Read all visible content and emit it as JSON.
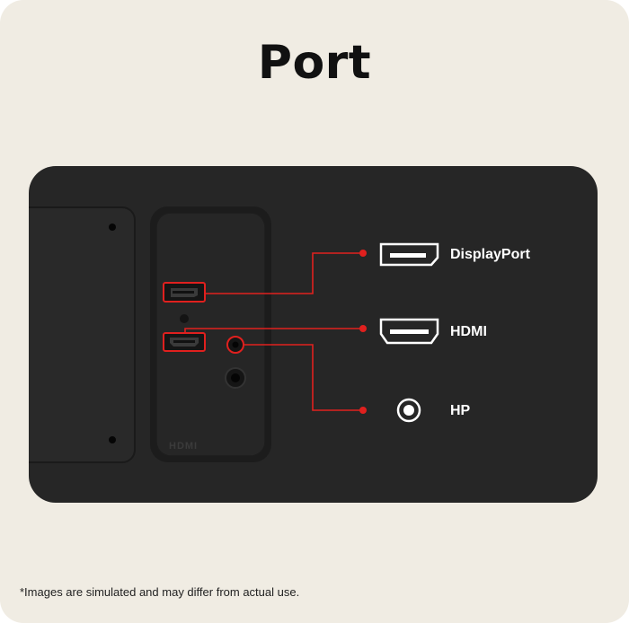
{
  "title": "Port",
  "ports": [
    {
      "label": "DisplayPort",
      "icon": "displayport-icon"
    },
    {
      "label": "HDMI",
      "icon": "hdmi-icon"
    },
    {
      "label": "HP",
      "icon": "headphone-jack-icon"
    }
  ],
  "monitor": {
    "port_bay_text": "HDMI",
    "highlight_color": "#e0201e"
  },
  "footnote": "*Images are simulated and may differ from actual use."
}
